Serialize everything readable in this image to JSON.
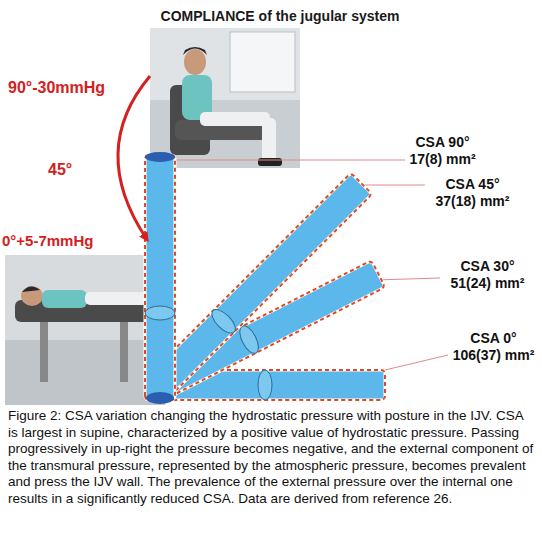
{
  "diagram": {
    "title": "COMPLIANCE of the jugular system",
    "caption": "Figure 2: CSA variation changing the hydrostatic pressure with posture in the IJV. CSA is largest in supine, characterized by a positive value of hydrostatic pressure. Passing progressively in up-right the pressure becomes negative, and the external component of the transmural pressure, represented by the atmospheric pressure, becomes prevalent and press the IJV wall. The prevalence of the external pressure over the internal one results in a significantly reduced CSA. Data are derived from reference 26.",
    "labels": [
      "90°-30mmHg",
      "45°",
      "0°+5-7mmHg",
      "CSA 90° 17(8) mm²",
      "CSA 45° 37(18) mm²",
      "CSA 30° 51(24) mm²",
      "CSA 0° 106(37) mm²"
    ]
  }
}
